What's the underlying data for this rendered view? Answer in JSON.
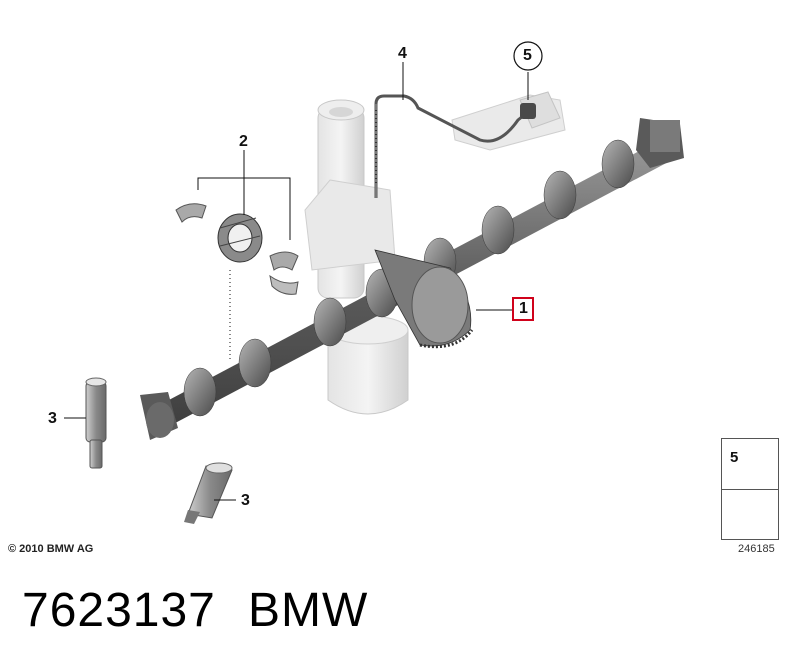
{
  "diagram": {
    "callouts": {
      "camshaft": "1",
      "bearing_set": "2",
      "pin_upper": "3",
      "pin_lower": "3",
      "oil_line": "4",
      "bracket_bolt": "5"
    },
    "copyright": "© 2010 BMW AG",
    "diagram_id": "246185",
    "legend": {
      "number": "5"
    }
  },
  "footer": {
    "part_number": "7623137",
    "brand": "BMW"
  },
  "colors": {
    "callout_highlight": "#d0021b",
    "part_dark": "#6e6e6e",
    "part_light": "#d9d9d9"
  }
}
